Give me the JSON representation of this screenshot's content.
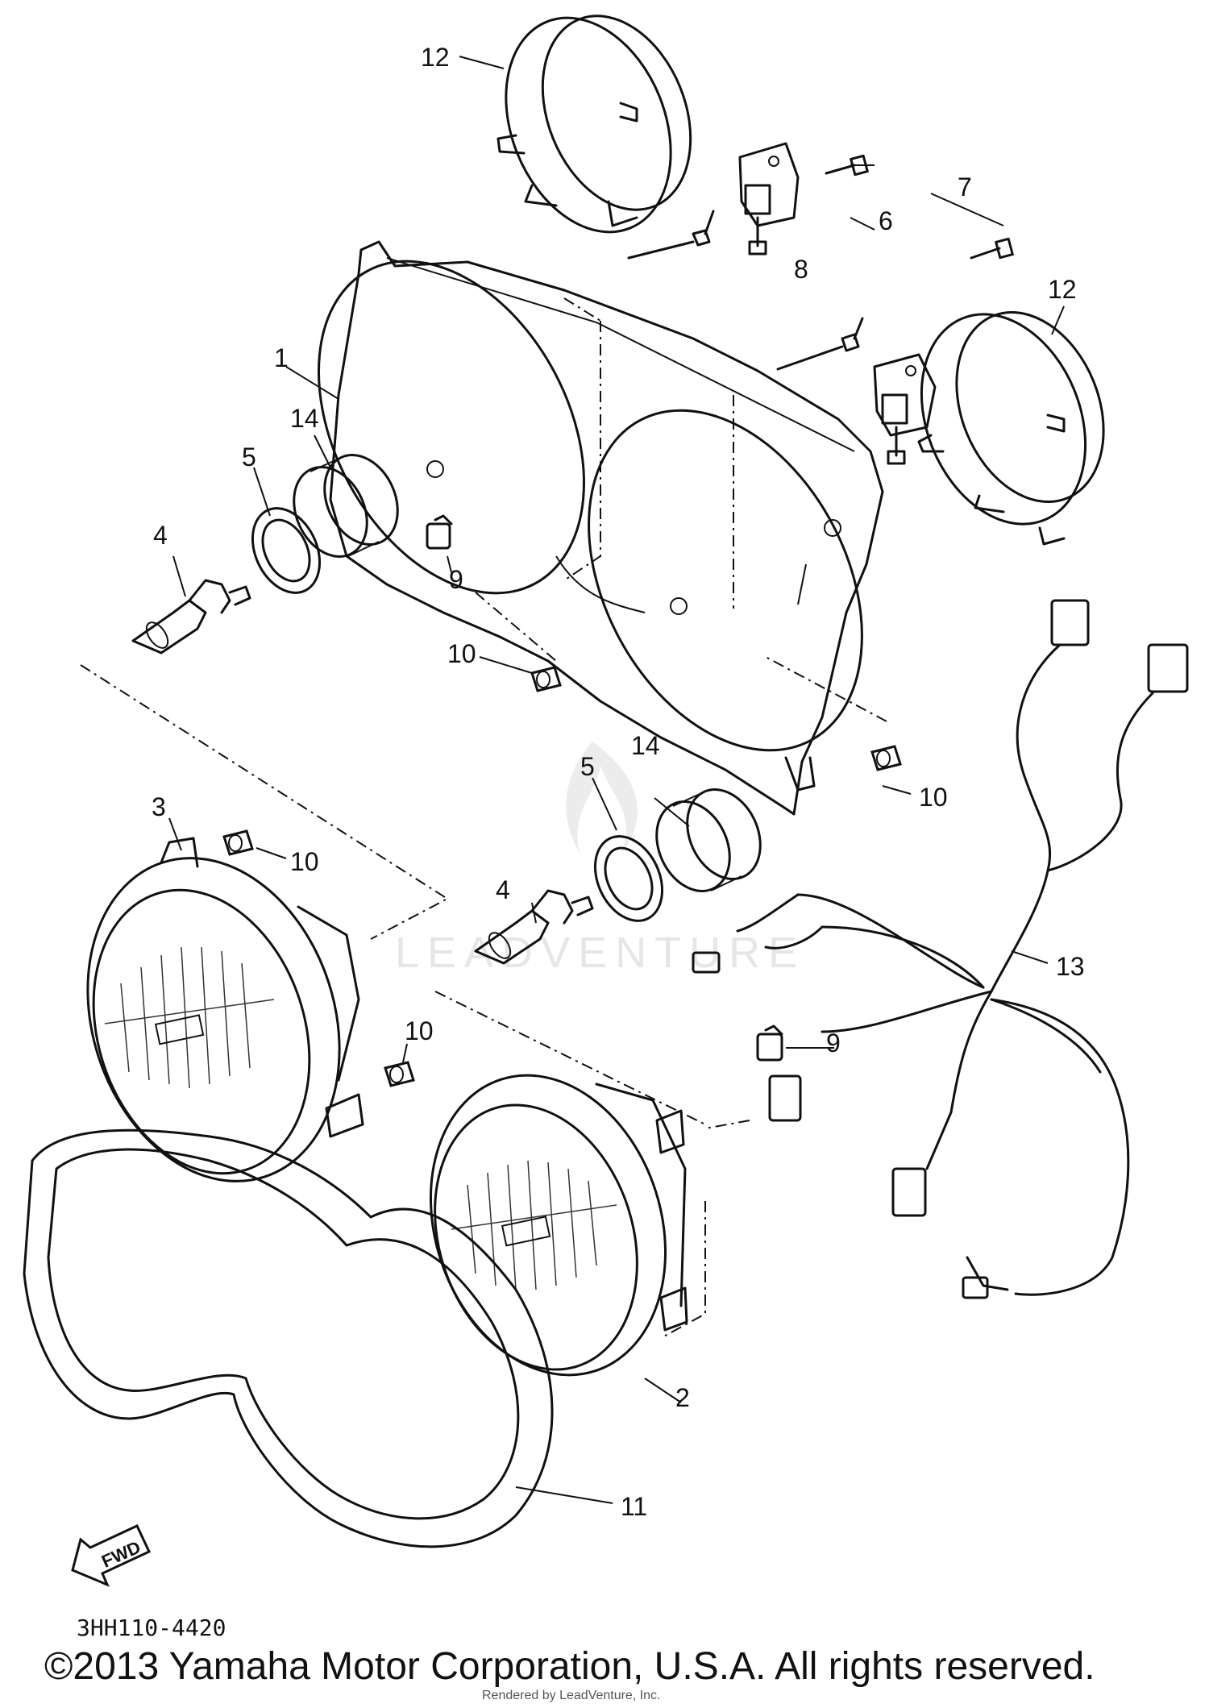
{
  "diagram": {
    "callouts": {
      "c1": "1",
      "c2": "2",
      "c3": "3",
      "c4a": "4",
      "c4b": "4",
      "c5a": "5",
      "c5b": "5",
      "c6": "6",
      "c7": "7",
      "c8": "8",
      "c9a": "9",
      "c9b": "9",
      "c10a": "10",
      "c10b": "10",
      "c10c": "10",
      "c10d": "10",
      "c11": "11",
      "c12a": "12",
      "c12b": "12",
      "c13": "13",
      "c14a": "14",
      "c14b": "14"
    },
    "fwd_label": "FWD",
    "code": "3HH110-4420",
    "watermark": "LEADVENTURE"
  },
  "footer": {
    "copyright": "©2013 Yamaha Motor Corporation, U.S.A. All rights reserved.",
    "rendered_by": "Rendered by LeadVenture, Inc."
  }
}
